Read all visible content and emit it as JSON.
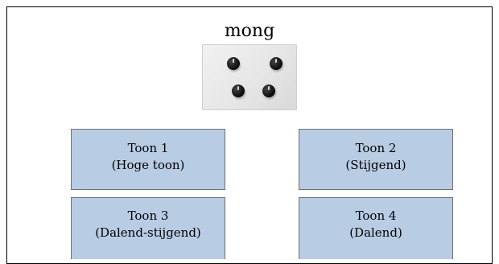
{
  "diagram": {
    "title": "mong",
    "tones": [
      {
        "name": "Toon 1",
        "description": "(Hoge toon)"
      },
      {
        "name": "Toon 2",
        "description": "(Stijgend)"
      },
      {
        "name": "Toon 3",
        "description": "(Dalend-stijgend)"
      },
      {
        "name": "Toon 4",
        "description": "(Dalend)"
      }
    ]
  },
  "colors": {
    "box_fill": "#b8cce4",
    "box_border": "#6f6f6f",
    "frame_border": "#000000"
  },
  "icons": {
    "device": "gong-device-photo",
    "knob": "black-knob"
  }
}
